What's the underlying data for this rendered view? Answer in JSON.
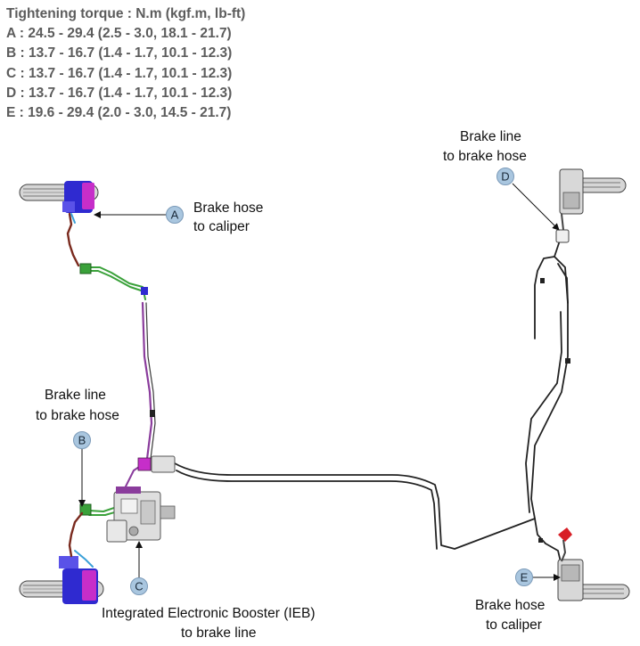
{
  "torque_spec": {
    "title": "Tightening torque : N.m (kgf.m, lb-ft)",
    "rows": [
      "A : 24.5 - 29.4 (2.5 - 3.0, 18.1 - 21.7)",
      "B : 13.7 - 16.7 (1.4 - 1.7, 10.1 - 12.3)",
      "C : 13.7 - 16.7 (1.4 - 1.7, 10.1 - 12.3)",
      "D : 13.7 - 16.7 (1.4 - 1.7, 10.1 - 12.3)",
      "E : 19.6 - 29.4 (2.0 - 3.0, 14.5 - 21.7)"
    ]
  },
  "callouts": {
    "A": {
      "letter": "A",
      "line1": "Brake hose",
      "line2": "to caliper"
    },
    "B": {
      "letter": "B",
      "line1": "Brake line",
      "line2": "to brake hose"
    },
    "C": {
      "letter": "C",
      "line1": "Integrated Electronic Booster (IEB)",
      "line2": "to brake line"
    },
    "D": {
      "letter": "D",
      "line1": "Brake line",
      "line2": "to brake hose"
    },
    "E": {
      "letter": "E",
      "line1": "Brake hose",
      "line2": "to caliper"
    }
  },
  "colors": {
    "badge_fill": "#a9c6df",
    "brake_line": "#222222",
    "front_line": "#3aa13a",
    "purple_line": "#8a3c9c",
    "hose_red": "#7a2a1e",
    "caliper_blue": "#2f2ad0",
    "caliper_magenta": "#c62ec9",
    "fitting_red": "#d81f26"
  }
}
